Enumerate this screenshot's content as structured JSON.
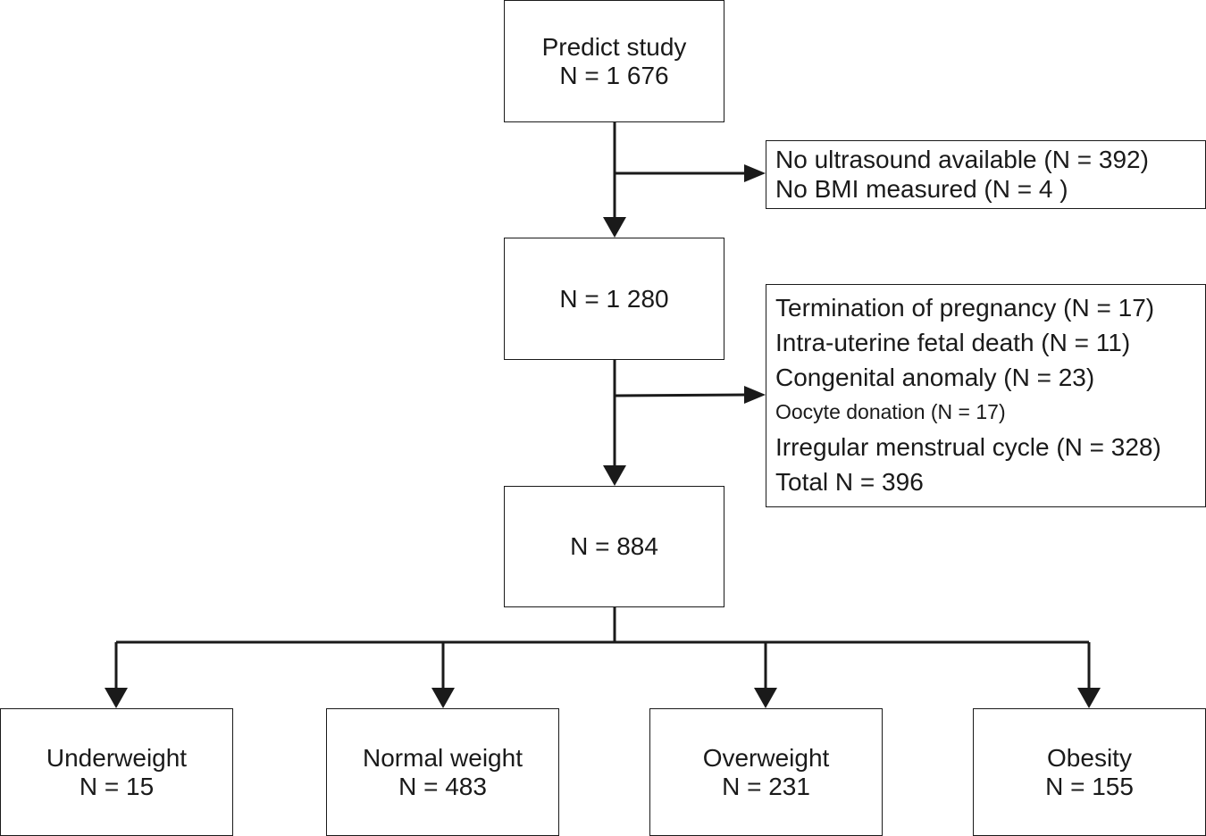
{
  "boxes": {
    "top": {
      "line1": "Predict study",
      "line2": "N = 1 676"
    },
    "mid": {
      "line1": "N = 1 280"
    },
    "lower": {
      "line1": "N = 884"
    }
  },
  "exclusions": {
    "first": [
      "No ultrasound available  (N =  392)",
      "No BMI measured (N = 4 )"
    ],
    "second": [
      "Termination of pregnancy (N = 17)",
      "Intra-uterine fetal death (N = 11)",
      "Congenital anomaly (N = 23)",
      "Oocyte donation (N = 17)",
      "Irregular menstrual cycle (N = 328)",
      "Total N = 396"
    ]
  },
  "groups": [
    {
      "label": "Underweight",
      "n": "N = 15"
    },
    {
      "label": "Normal weight",
      "n": "N = 483"
    },
    {
      "label": "Overweight",
      "n": "N = 231"
    },
    {
      "label": "Obesity",
      "n": "N = 155"
    }
  ]
}
